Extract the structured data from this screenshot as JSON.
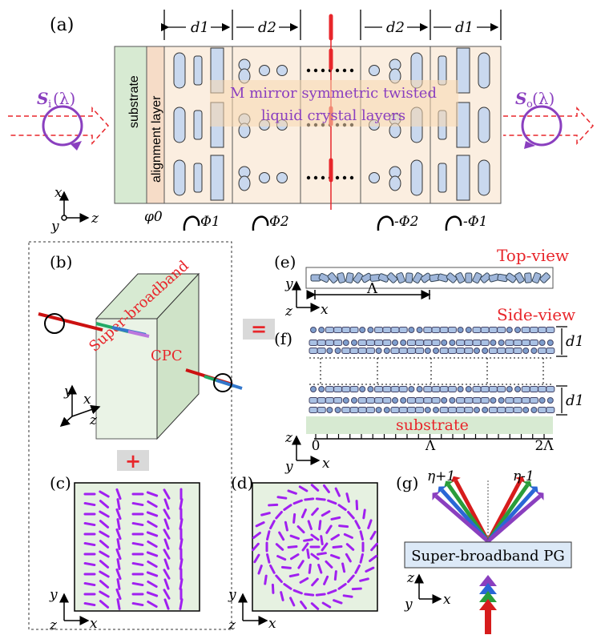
{
  "panels": {
    "a": "(a)",
    "b": "(b)",
    "c": "(c)",
    "d": "(d)",
    "e": "(e)",
    "f": "(f)",
    "g": "(g)"
  },
  "panel_a": {
    "substrate": "substrate",
    "alignment": "alignment layer",
    "mirror_line1": "M mirror symmetric twisted",
    "mirror_line2": "liquid crystal layers",
    "d1": "d1",
    "d2": "d2",
    "si": "S",
    "si_sub": "i",
    "si_arg": "(λ)",
    "so": "S",
    "so_sub": "o",
    "so_arg": "(λ)",
    "phi0": "φ0",
    "Phi1": "Φ1",
    "Phi2": "Φ2",
    "mPhi2": "-Φ2",
    "mPhi1": "-Φ1",
    "axes": {
      "x": "x",
      "y": "y",
      "z": "z"
    }
  },
  "panel_b": {
    "text1": "Super-broadband",
    "text2": "CPC",
    "equals": "=",
    "plus": "+",
    "axes": {
      "x": "x",
      "y": "y",
      "z": "z"
    }
  },
  "panel_e": {
    "title": "Top-view",
    "period": "Λ",
    "axes": {
      "x": "x",
      "y": "y",
      "z": "z"
    }
  },
  "panel_f": {
    "title": "Side-view",
    "d1": "d1",
    "substrate": "substrate",
    "ticks": [
      "0",
      "Λ",
      "2Λ"
    ],
    "axes": {
      "x": "x",
      "y": "y",
      "z": "z"
    }
  },
  "panel_g": {
    "eta_plus": "η+1",
    "eta_minus": "η-1",
    "box": "Super-broadband PG",
    "axes": {
      "x": "x",
      "y": "y",
      "z": "z"
    }
  },
  "colors": {
    "red": "#e8262b",
    "purple": "#8a3fbf",
    "substrate": "#d7ead2",
    "alignment": "#f6dcc7",
    "lc": "#fbeee0",
    "rod": "#c9d8ee"
  }
}
